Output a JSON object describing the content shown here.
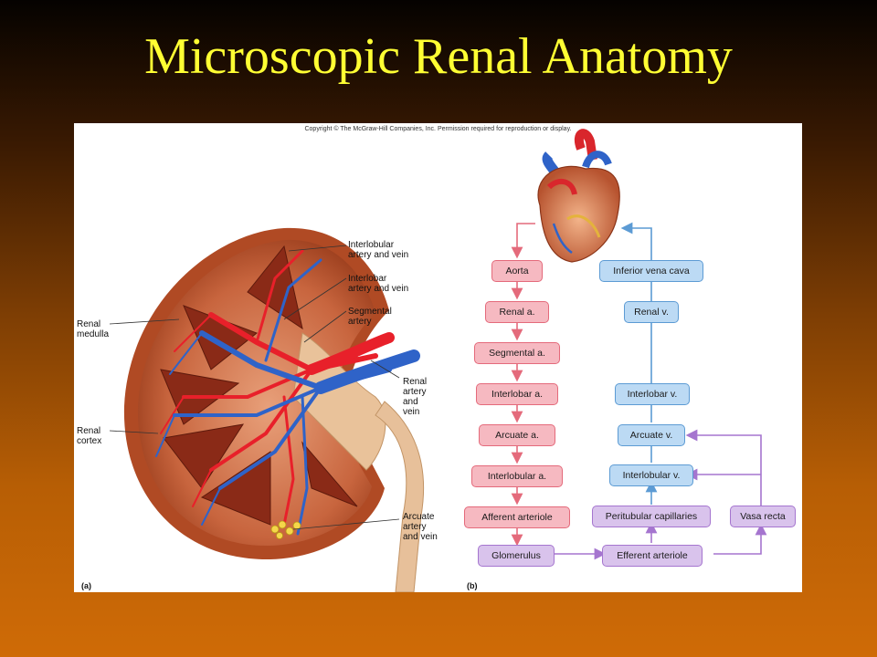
{
  "slide": {
    "title": "Microscopic Renal Anatomy"
  },
  "figure": {
    "copyright": "Copyright © The McGraw-Hill Companies, Inc. Permission required for reproduction or display.",
    "panel_a": "(a)",
    "panel_b": "(b)",
    "callouts": {
      "interlobular": [
        "Interlobular",
        "artery and vein"
      ],
      "interlobar": [
        "Interlobar",
        "artery and vein"
      ],
      "segmental": [
        "Segmental",
        "artery"
      ],
      "renal_medulla": [
        "Renal",
        "medulla"
      ],
      "renal_artery_vein": [
        "Renal",
        "artery",
        "and",
        "vein"
      ],
      "renal_cortex": [
        "Renal",
        "cortex"
      ],
      "arcuate": [
        "Arcuate",
        "artery",
        "and vein"
      ]
    },
    "flowchart": {
      "arterial": [
        "Aorta",
        "Renal a.",
        "Segmental a.",
        "Interlobar a.",
        "Arcuate a.",
        "Interlobular a.",
        "Afferent arteriole",
        "Glomerulus"
      ],
      "venous": [
        "Inferior vena cava",
        "Renal v.",
        "Interlobar v.",
        "Arcuate v.",
        "Interlobular v.",
        "Peritubular capillaries"
      ],
      "efferent": "Efferent arteriole",
      "vasa_recta": "Vasa recta"
    },
    "colors": {
      "artery": "#e8202a",
      "vein": "#2f63c8",
      "arterial_box": "#f6b9c1",
      "venous_box": "#bcdaf4",
      "capillary_box": "#d9c3ec"
    }
  }
}
